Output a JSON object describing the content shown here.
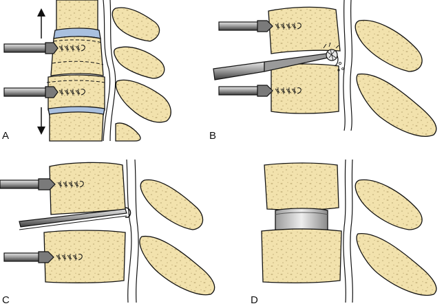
{
  "panels": [
    {
      "label": "A"
    },
    {
      "label": "B"
    },
    {
      "label": "C"
    },
    {
      "label": "D"
    }
  ],
  "colors": {
    "bone": "#f2e2ad",
    "bone_spots": "#cdbb85",
    "disc": "#a9c0df",
    "outline": "#111111",
    "instrument_light": "#c8c8c8",
    "instrument_dark": "#4a4a4a",
    "implant": "#c9c9c9"
  },
  "icons": [
    "pedicle-screw-icon",
    "vertebral-distractor-icon",
    "osteotome-icon",
    "nerve-hook-icon",
    "interbody-cage-icon",
    "spinal-canal-icon"
  ]
}
